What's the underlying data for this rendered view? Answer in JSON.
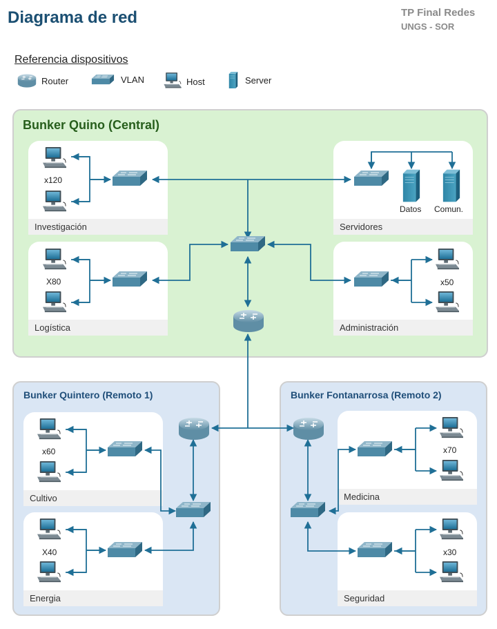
{
  "header": {
    "title": "Diagrama de red",
    "subtitle_line1": "TP Final Redes",
    "subtitle_line2": "UNGS - SOR"
  },
  "legend": {
    "title": "Referencia dispositivos",
    "router": "Router",
    "vlan": "VLAN",
    "host": "Host",
    "server": "Server"
  },
  "central": {
    "title": "Bunker Quino (Central)",
    "investigacion": {
      "label": "Investigación",
      "count": "x120"
    },
    "servidores": {
      "label": "Servidores",
      "server1": "Datos",
      "server2": "Comun."
    },
    "logistica": {
      "label": "Logística",
      "count": "X80"
    },
    "administracion": {
      "label": "Administración",
      "count": "x50"
    }
  },
  "remoto1": {
    "title": "Bunker Quintero (Remoto 1)",
    "cultivo": {
      "label": "Cultivo",
      "count": "x60"
    },
    "energia": {
      "label": "Energia",
      "count": "X40"
    }
  },
  "remoto2": {
    "title": "Bunker Fontanarrosa (Remoto 2)",
    "medicina": {
      "label": "Medicina",
      "count": "x70"
    },
    "seguridad": {
      "label": "Seguridad",
      "count": "x30"
    }
  },
  "colors": {
    "link": "#1f6f96",
    "central_zone": "#d9f2d2",
    "remote_zone": "#dae6f4",
    "title": "#1b4f72"
  }
}
